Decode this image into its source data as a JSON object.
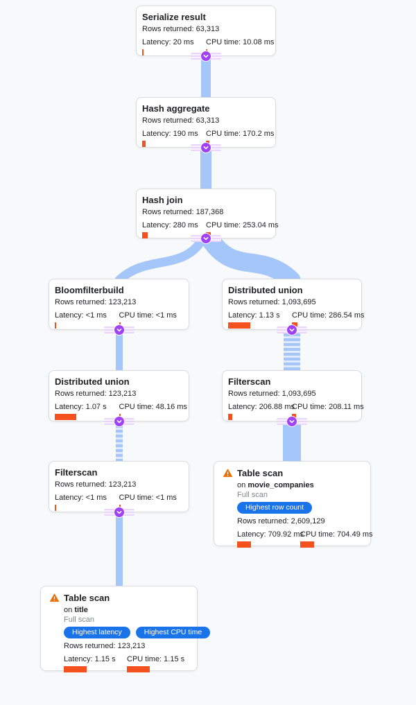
{
  "colors": {
    "band": "#a4c6f9",
    "band_light": "#dfeafc",
    "accent_purple": "#a142f4",
    "bar": "#f4511e",
    "warning": "#e8710a",
    "badge_bg": "#1a73e8",
    "badge_text": "#ffffff",
    "title": "#202124",
    "muted": "#80868b",
    "border": "#dadce0",
    "bg": "#f8f9fa"
  },
  "icons": {
    "node_toggle": "chevron-down-icon",
    "warning": "warning-triangle-icon",
    "link": "flow-band",
    "distributed_link": "striped-flow-band"
  },
  "nodes": [
    {
      "id": "serialize-result",
      "title": "Serialize result",
      "rows_label": "Rows returned: 63,313",
      "latency_label": "Latency: 20 ms",
      "latency_ms": 20,
      "cpu_label": "CPU time: 10.08 ms",
      "cpu_ms": 10.08
    },
    {
      "id": "hash-aggregate",
      "title": "Hash aggregate",
      "rows_label": "Rows returned: 63,313",
      "latency_label": "Latency: 190 ms",
      "latency_ms": 190,
      "cpu_label": "CPU time: 170.2 ms",
      "cpu_ms": 170.2
    },
    {
      "id": "hash-join",
      "title": "Hash join",
      "rows_label": "Rows returned: 187,368",
      "latency_label": "Latency: 280 ms",
      "latency_ms": 280,
      "cpu_label": "CPU time: 253.04 ms",
      "cpu_ms": 253.04
    },
    {
      "id": "bloomfilterbuild",
      "title": "Bloomfilterbuild",
      "rows_label": "Rows returned: 123,213",
      "latency_label": "Latency: <1 ms",
      "latency_ms": 1,
      "cpu_label": "CPU time: <1 ms",
      "cpu_ms": 1
    },
    {
      "id": "distributed-union-right",
      "title": "Distributed union",
      "rows_label": "Rows returned: 1,093,695",
      "latency_label": "Latency: 1.13 s",
      "latency_ms": 1130,
      "cpu_label": "CPU time: 286.54 ms",
      "cpu_ms": 286.54
    },
    {
      "id": "distributed-union-left",
      "title": "Distributed union",
      "rows_label": "Rows returned: 123,213",
      "latency_label": "Latency: 1.07 s",
      "latency_ms": 1070,
      "cpu_label": "CPU time: 48.16 ms",
      "cpu_ms": 48.16
    },
    {
      "id": "filterscan-right",
      "title": "Filterscan",
      "rows_label": "Rows returned: 1,093,695",
      "latency_label": "Latency: 206.88 ms",
      "latency_ms": 206.88,
      "cpu_label": "CPU time: 208.11 ms",
      "cpu_ms": 208.11
    },
    {
      "id": "filterscan-left",
      "title": "Filterscan",
      "rows_label": "Rows returned: 123,213",
      "latency_label": "Latency: <1 ms",
      "latency_ms": 1,
      "cpu_label": "CPU time: <1 ms",
      "cpu_ms": 1
    },
    {
      "id": "table-scan-right",
      "title": "Table scan",
      "warning": true,
      "on_prefix": "on",
      "table": "movie_companies",
      "scan_type": "Full scan",
      "badges": [
        "Highest row count"
      ],
      "rows_label": "Rows returned: 2,609,129",
      "latency_label": "Latency: 709.92 ms",
      "latency_ms": 709.92,
      "cpu_label": "CPU time: 704.49 ms",
      "cpu_ms": 704.49
    },
    {
      "id": "table-scan-left",
      "title": "Table scan",
      "warning": true,
      "on_prefix": "on",
      "table": "title",
      "scan_type": "Full scan",
      "badges": [
        "Highest latency",
        "Highest CPU time"
      ],
      "rows_label": "Rows returned: 123,213",
      "latency_label": "Latency: 1.15 s",
      "latency_ms": 1150,
      "cpu_label": "CPU time: 1.15 s",
      "cpu_ms": 1150
    }
  ]
}
